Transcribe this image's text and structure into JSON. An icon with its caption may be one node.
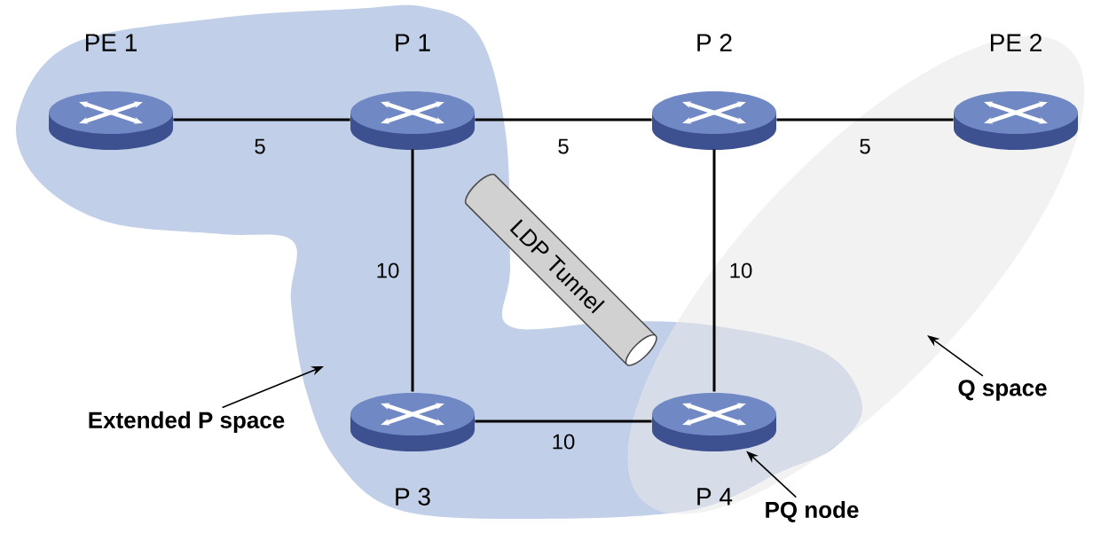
{
  "diagram": {
    "nodes": [
      {
        "text": [
          "PE 1"
        ]
      },
      {
        "text": [
          "P 1"
        ]
      },
      {
        "text": [
          "P 2"
        ]
      },
      {
        "text": [
          "PE 2"
        ]
      },
      {
        "text": [
          "LDP Tunnel"
        ]
      },
      {
        "text": [
          "P 3"
        ]
      },
      {
        "text": [
          "P 4"
        ]
      },
      {
        "text": [
          "Extended P space"
        ]
      },
      {
        "text": [
          "Q space"
        ]
      },
      {
        "text": [
          "PQ node"
        ]
      }
    ],
    "edges": [
      {
        "from": 0,
        "to": 1,
        "arrow": "none",
        "label": "5"
      },
      {
        "from": 1,
        "to": 2,
        "arrow": "none",
        "label": "5"
      },
      {
        "from": 2,
        "to": 3,
        "arrow": "none",
        "label": "5"
      },
      {
        "from": 1,
        "to": 5,
        "arrow": "none",
        "label": "10"
      },
      {
        "from": 2,
        "to": 6,
        "arrow": "none",
        "label": "10"
      },
      {
        "from": 5,
        "to": 6,
        "arrow": "none",
        "label": "10"
      },
      {
        "from": 7,
        "to": null,
        "arrow": "to"
      },
      {
        "from": 8,
        "to": null,
        "arrow": "to"
      },
      {
        "from": 9,
        "to": 6,
        "arrow": "to"
      }
    ]
  }
}
